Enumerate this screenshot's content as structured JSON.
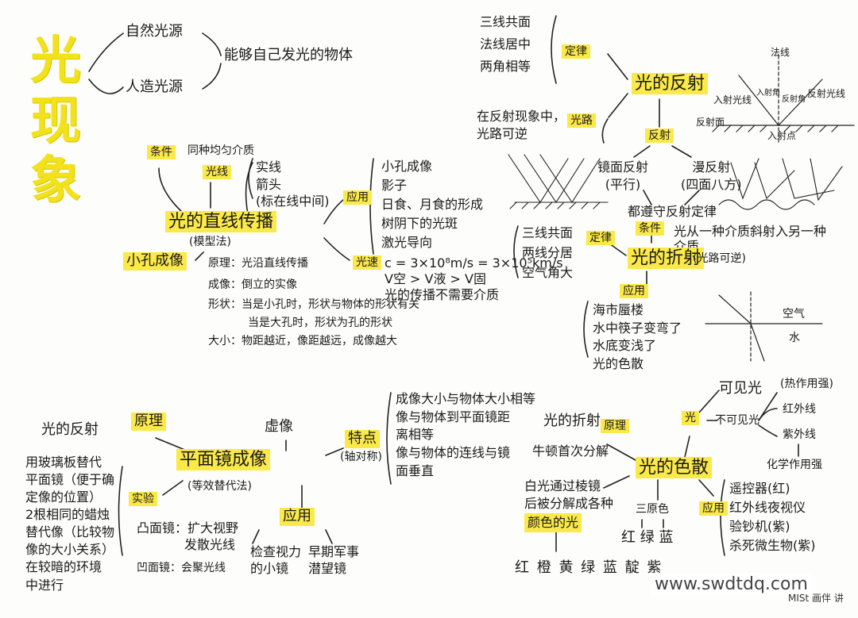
{
  "title_chars": [
    "光",
    "现",
    "象"
  ],
  "source": {
    "natural": "自然光源",
    "artificial": "人造光源",
    "definition": "能够自己发光的物体"
  },
  "linear": {
    "main": "光的直线传播",
    "model": "(模型法)",
    "condition_tag": "条件",
    "condition": "同种均匀介质",
    "ray_tag": "光线",
    "ray_points": [
      "实线",
      "箭头",
      "(标在线中间)"
    ],
    "apply_tag": "应用",
    "apply_items": [
      "小孔成像",
      "影子",
      "日食、月食的形成",
      "树阴下的光斑",
      "激光导向"
    ],
    "speed_tag": "光速",
    "speed_lines": [
      "c = 3×10⁸m/s = 3×10⁵km/s",
      "V空 > V液 > V固",
      "光的传播不需要介质"
    ],
    "pinhole": {
      "tag": "小孔成像",
      "principle": "原理：光沿直线传播",
      "image": "成像：倒立的实像",
      "shape1": "形状：当是小孔时，形状与物体的形状有关",
      "shape2": "当是大孔时，形状为孔的形状",
      "size": "大小：物距越近，像距越远，成像越大"
    }
  },
  "reflection": {
    "main": "光的反射",
    "law_tag": "定律",
    "law_points": [
      "三线共面",
      "法线居中",
      "两角相等"
    ],
    "path_tag": "光路",
    "path_text": [
      "在反射现象中，",
      "光路可逆"
    ],
    "kind_tag": "反射",
    "specular": [
      "镜面反射",
      "(平行)"
    ],
    "diffuse": [
      "漫反射",
      "(四面八方)"
    ],
    "both": "都遵守反射定律",
    "fig_labels": {
      "normal": "法线",
      "incident": "入射光线",
      "reflected": "反射光线",
      "surface": "反射面",
      "point": "入射点",
      "angle_in": "入射角",
      "angle_out": "反射角"
    }
  },
  "refraction": {
    "main": "光的折射",
    "law_tag": "定律",
    "law_points": [
      "三线共面",
      "两线分居",
      "空气角大"
    ],
    "cond_tag": "条件",
    "cond_text": [
      "光从一种介质斜射入另一种",
      "介质"
    ],
    "reversible": "(光路可逆)",
    "apply_tag": "应用",
    "apply_items": [
      "海市蜃楼",
      "水中筷子变弯了",
      "水底变浅了",
      "光的色散"
    ],
    "fig_air": "空气",
    "fig_water": "水"
  },
  "mirror": {
    "main": "平面镜成像",
    "model": "(等效替代法)",
    "virtual": "虚像",
    "principle_tag": "原理",
    "principle_src": "光的反射",
    "feature_tag": "特点",
    "feature_sub": "(轴对称)",
    "features": [
      "成像大小与物体大小相等",
      "像与物体到平面镜距",
      "离相等",
      "像与物体的连线与镜",
      "面垂直"
    ],
    "exp_tag": "实验",
    "exp_text": [
      "用玻璃板替代",
      "平面镜（便于确",
      "定像的位置）",
      "2根相同的蜡烛",
      "替代像（比较物",
      "像的大小关系）",
      "在较暗的环境",
      "中进行"
    ],
    "convex": [
      "凸面镜：扩大视野",
      "发散光线"
    ],
    "concave": "凹面镜：会聚光线",
    "apply_tag": "应用",
    "apply_items": [
      [
        "检查视力",
        "的小镜"
      ],
      [
        "早期军事",
        "潜望镜"
      ]
    ]
  },
  "dispersion": {
    "main": "光的色散",
    "principle_tag": "原理",
    "principle_src": "光的折射",
    "newton": "牛顿首次分解",
    "light_tag": "光",
    "visible": "可见光",
    "invisible": "不可见光",
    "heat": "(热作用强)",
    "infrared": "红外线",
    "ultraviolet": "紫外线",
    "chem": "化学作用强",
    "prism": [
      "白光通过棱镜",
      "后被分解成各种",
      "颜色的光"
    ],
    "primary": "三原色",
    "primary_colors": "红 绿 蓝",
    "spectrum": "红 橙 黄 绿 蓝 靛 紫",
    "apply_tag": "应用",
    "apply_items": [
      "遥控器(红)",
      "红外线夜视仪",
      "验钞机(紫)",
      "杀死微生物(紫)"
    ]
  },
  "watermark": "www.swdtdq.com",
  "signature": "MISt 画伴 讲"
}
